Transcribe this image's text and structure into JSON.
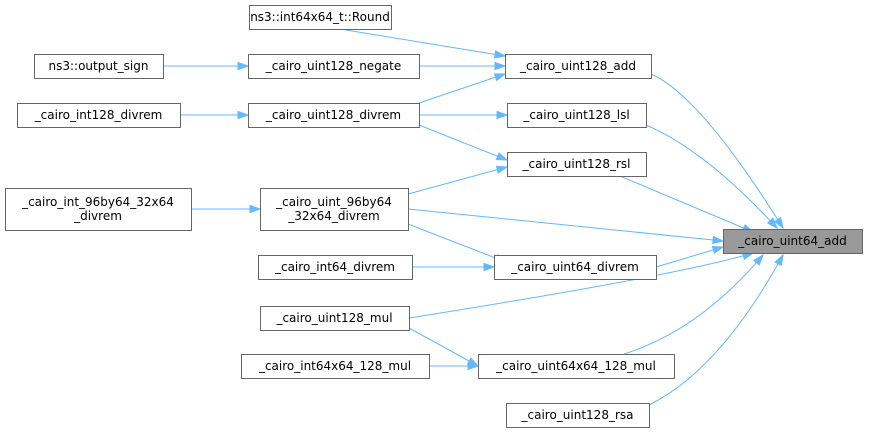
{
  "graph": {
    "colors": {
      "edge": "#63b8ff",
      "node_border": "#666666",
      "node_fill": "#ffffff",
      "focus_fill": "#999999",
      "text": "#000000"
    },
    "nodes": [
      {
        "id": "n_round",
        "label": "ns3::int64x64_t::Round"
      },
      {
        "id": "n_output_sign",
        "label": "ns3::output_sign"
      },
      {
        "id": "n_u128_negate",
        "label": "_cairo_uint128_negate"
      },
      {
        "id": "n_u128_add",
        "label": "_cairo_uint128_add"
      },
      {
        "id": "n_i128_divrem",
        "label": "_cairo_int128_divrem"
      },
      {
        "id": "n_u128_divrem",
        "label": "_cairo_uint128_divrem"
      },
      {
        "id": "n_u128_lsl",
        "label": "_cairo_uint128_lsl"
      },
      {
        "id": "n_u128_rsl",
        "label": "_cairo_uint128_rsl"
      },
      {
        "id": "n_i96by64",
        "label": "_cairo_int_96by64_32x64\n_divrem"
      },
      {
        "id": "n_u96by64",
        "label": "_cairo_uint_96by64\n_32x64_divrem"
      },
      {
        "id": "n_u64_add",
        "label": "_cairo_uint64_add"
      },
      {
        "id": "n_i64_divrem",
        "label": "_cairo_int64_divrem"
      },
      {
        "id": "n_u64_divrem",
        "label": "_cairo_uint64_divrem"
      },
      {
        "id": "n_u128_mul",
        "label": "_cairo_uint128_mul"
      },
      {
        "id": "n_i64x64_mul",
        "label": "_cairo_int64x64_128_mul"
      },
      {
        "id": "n_u64x64_mul",
        "label": "_cairo_uint64x64_128_mul"
      },
      {
        "id": "n_u128_rsa",
        "label": "_cairo_uint128_rsa"
      }
    ],
    "edges": [
      {
        "from": "n_round",
        "to": "n_u128_add"
      },
      {
        "from": "n_output_sign",
        "to": "n_u128_negate"
      },
      {
        "from": "n_u128_negate",
        "to": "n_u128_add"
      },
      {
        "from": "n_u128_divrem",
        "to": "n_u128_add"
      },
      {
        "from": "n_i128_divrem",
        "to": "n_u128_divrem"
      },
      {
        "from": "n_u128_divrem",
        "to": "n_u128_lsl"
      },
      {
        "from": "n_u128_divrem",
        "to": "n_u128_rsl"
      },
      {
        "from": "n_u96by64",
        "to": "n_u128_rsl"
      },
      {
        "from": "n_i96by64",
        "to": "n_u96by64"
      },
      {
        "from": "n_u128_add",
        "to": "n_u64_add"
      },
      {
        "from": "n_u128_lsl",
        "to": "n_u64_add"
      },
      {
        "from": "n_u128_rsl",
        "to": "n_u64_add"
      },
      {
        "from": "n_u96by64",
        "to": "n_u64_add"
      },
      {
        "from": "n_u96by64",
        "to": "n_u64_divrem"
      },
      {
        "from": "n_i64_divrem",
        "to": "n_u64_divrem"
      },
      {
        "from": "n_u64_divrem",
        "to": "n_u64_add"
      },
      {
        "from": "n_u128_mul",
        "to": "n_u64_add"
      },
      {
        "from": "n_u128_mul",
        "to": "n_u64x64_mul"
      },
      {
        "from": "n_i64x64_mul",
        "to": "n_u64x64_mul"
      },
      {
        "from": "n_u64x64_mul",
        "to": "n_u64_add"
      },
      {
        "from": "n_u128_rsa",
        "to": "n_u64_add"
      }
    ]
  }
}
